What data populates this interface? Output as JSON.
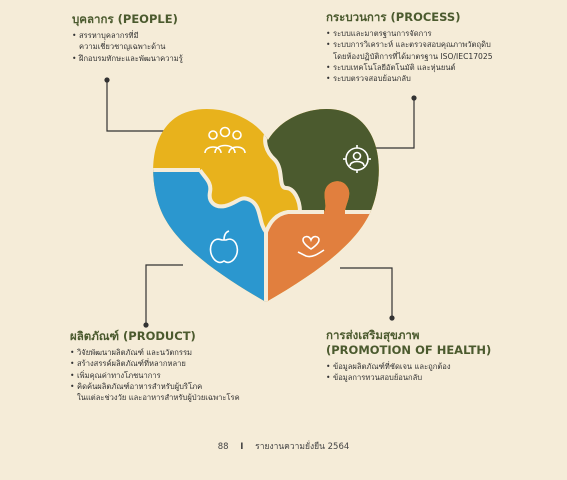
{
  "people": {
    "title": "บุคลากร (PEOPLE)",
    "items": [
      "สรรหาบุคลากรที่มี"
    ],
    "continuation": "ความเชี่ยวชาญเฉพาะด้าน",
    "items2": [
      "ฝึกอบรมทักษะและพัฒนาความรู้"
    ]
  },
  "process": {
    "title": "กระบวนการ (PROCESS)",
    "items": [
      "ระบบและมาตรฐานการจัดการ",
      "ระบบการวิเคราะห์ และตรวจสอบคุณภาพวัตถุดิบ"
    ],
    "continuation": "โดยห้องปฏิบัติการที่ได้มาตรฐาน ISO/IEC17025",
    "items2": [
      "ระบบเทคโนโลยีอัตโนมัติ และหุ่นยนต์",
      "ระบบตรวจสอบย้อนกลับ"
    ]
  },
  "product": {
    "title": "ผลิตภัณฑ์ (PRODUCT)",
    "items": [
      "วิจัยพัฒนาผลิตภัณฑ์ และนวัตกรรม",
      "สร้างสรรค์ผลิตภัณฑ์ที่หลากหลาย",
      "เพิ่มคุณค่าทางโภชนาการ",
      "คิดค้นผลิตภัณฑ์อาหารสำหรับผู้บริโภค"
    ],
    "continuation": "ในแต่ละช่วงวัย และอาหารสำหรับผู้ป่วยเฉพาะโรค"
  },
  "promotion": {
    "title_line1": "การส่งเสริมสุขภาพ",
    "title_line2": "(PROMOTION OF HEALTH)",
    "items": [
      "ข้อมูลผลิตภัณฑ์ที่ชัดเจน และถูกต้อง",
      "ข้อมูลการทวนสอบย้อนกลับ"
    ]
  },
  "footer": {
    "page_number": "88",
    "separator": "I",
    "report_title": "รายงานความยั่งยืน 2564"
  },
  "colors": {
    "background": "#f5ecd8",
    "people_piece": "#e8b21c",
    "process_piece": "#4b5a2e",
    "product_piece": "#2b97cf",
    "promotion_piece": "#e17f3e",
    "title_text": "#4b5a2e",
    "connector": "#333333"
  },
  "icons": {
    "people": "people-group-icon",
    "process": "gear-person-icon",
    "product": "apple-icon",
    "promotion": "heart-hand-icon"
  }
}
